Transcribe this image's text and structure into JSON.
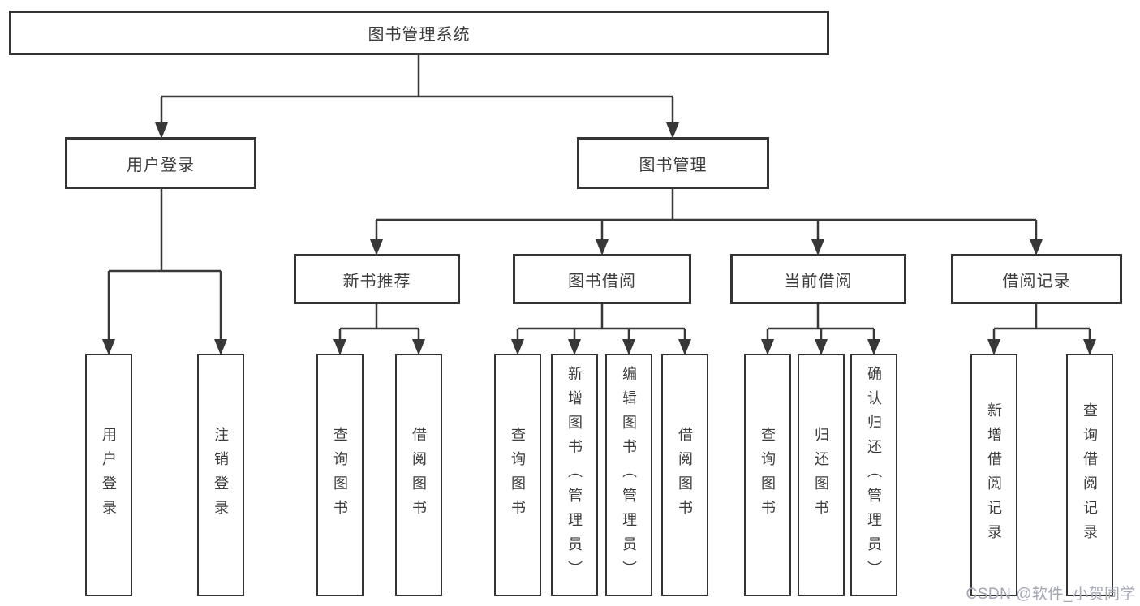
{
  "tree": {
    "root": "图书管理系统",
    "children": [
      {
        "label": "用户登录",
        "children": [
          {
            "label": "用户登录"
          },
          {
            "label": "注销登录"
          }
        ]
      },
      {
        "label": "图书管理",
        "children": [
          {
            "label": "新书推荐",
            "children": [
              {
                "label": "查询图书"
              },
              {
                "label": "借阅图书"
              }
            ]
          },
          {
            "label": "图书借阅",
            "children": [
              {
                "label": "查询图书"
              },
              {
                "label": "新增图书（管理员）"
              },
              {
                "label": "编辑图书（管理员）"
              },
              {
                "label": "借阅图书"
              }
            ]
          },
          {
            "label": "当前借阅",
            "children": [
              {
                "label": "查询图书"
              },
              {
                "label": "归还图书"
              },
              {
                "label": "确认归还（管理员）"
              }
            ]
          },
          {
            "label": "借阅记录",
            "children": [
              {
                "label": "新增借阅记录"
              },
              {
                "label": "查询借阅记录"
              }
            ]
          }
        ]
      }
    ]
  },
  "watermark": {
    "text": "CSDN @软件_小贺同学"
  },
  "colors": {
    "line": "#383838",
    "border": "#343434",
    "text": "#3d3d3d",
    "watermark": "#a3a6b4"
  }
}
